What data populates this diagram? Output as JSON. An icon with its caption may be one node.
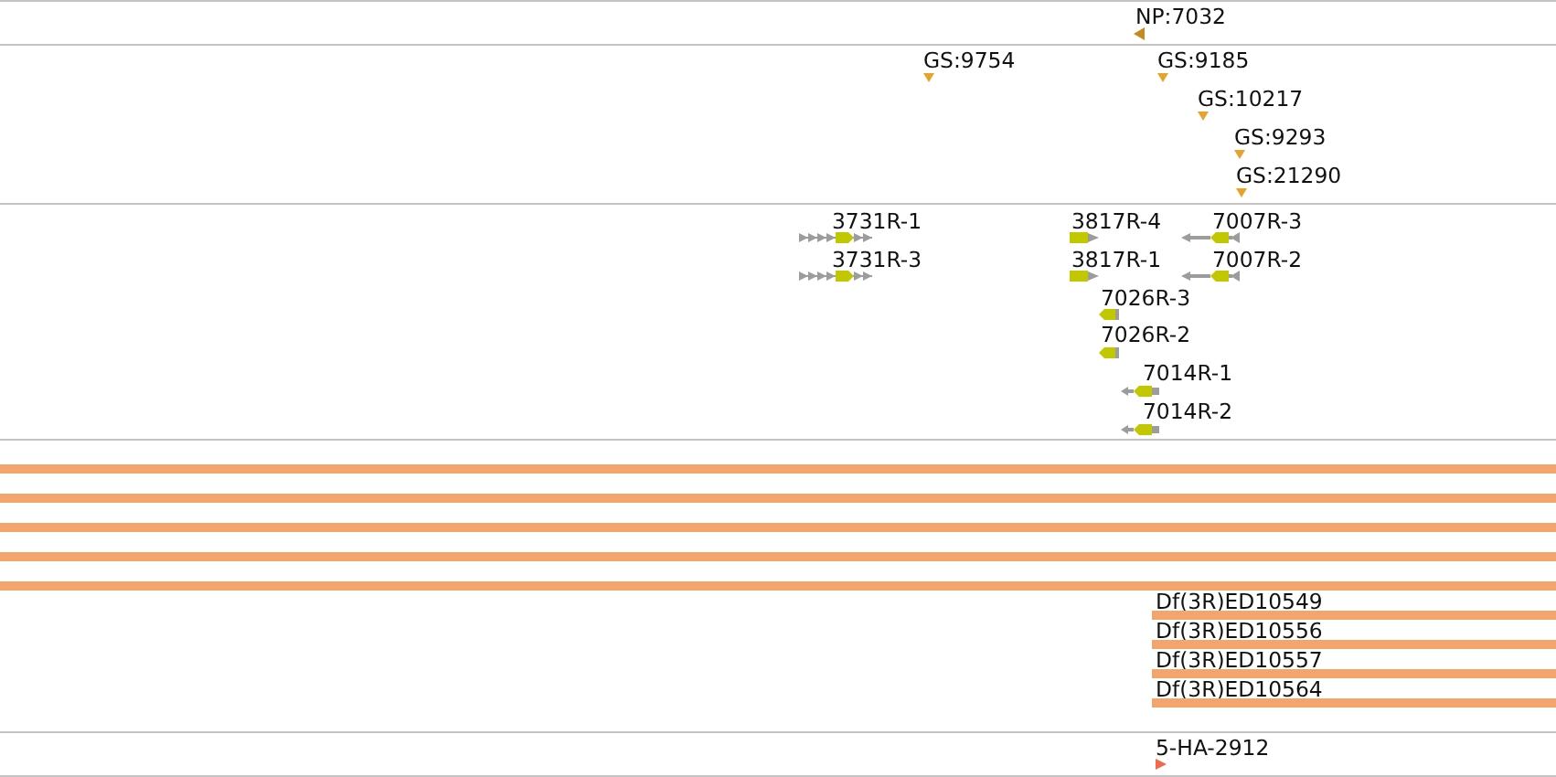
{
  "diagram": {
    "nodes": [
      {
        "text": [
          "NP:7032"
        ]
      },
      {
        "text": [
          "GS:9754"
        ]
      },
      {
        "text": [
          "GS:9185"
        ]
      },
      {
        "text": [
          "GS:10217"
        ]
      },
      {
        "text": [
          "GS:9293"
        ]
      },
      {
        "text": [
          "GS:21290"
        ]
      },
      {
        "text": [
          "3731R-1"
        ]
      },
      {
        "text": [
          "3817R-4"
        ]
      },
      {
        "text": [
          "7007R-3"
        ]
      },
      {
        "text": [
          "3731R-3"
        ]
      },
      {
        "text": [
          "3817R-1"
        ]
      },
      {
        "text": [
          "7007R-2"
        ]
      },
      {
        "text": [
          "7026R-3"
        ]
      },
      {
        "text": [
          "7026R-2"
        ]
      },
      {
        "text": [
          "7014R-1"
        ]
      },
      {
        "text": [
          "7014R-2"
        ]
      },
      {
        "text": [],
        "shape": "bar"
      },
      {
        "text": [],
        "shape": "bar"
      },
      {
        "text": [],
        "shape": "bar"
      },
      {
        "text": [],
        "shape": "bar"
      },
      {
        "text": [],
        "shape": "bar"
      },
      {
        "text": [
          "Df(3R)ED10549"
        ]
      },
      {
        "text": [
          "Df(3R)ED10556"
        ]
      },
      {
        "text": [
          "Df(3R)ED10557"
        ]
      },
      {
        "text": [
          "Df(3R)ED10564"
        ]
      },
      {
        "text": [
          "5-HA-2912"
        ]
      }
    ]
  }
}
